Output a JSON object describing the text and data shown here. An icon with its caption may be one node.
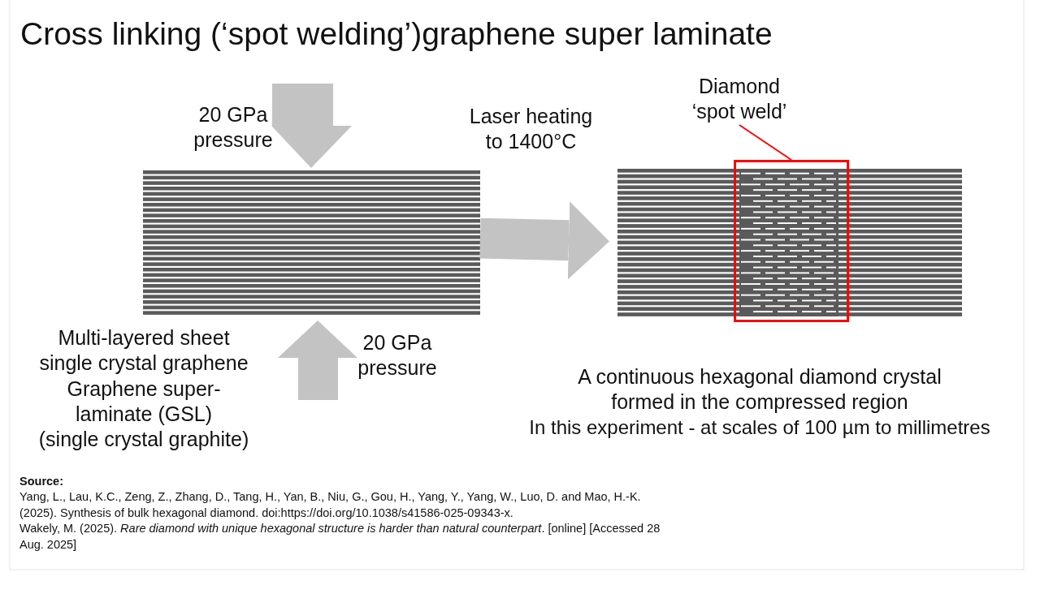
{
  "diagram": {
    "title": "Cross linking (‘spot welding’)graphene super laminate",
    "nodes": [
      {
        "text": [],
        "shape": "picture",
        "beside": [
          "Multi-layered sheet single crystal graphene",
          "Graphene super-laminate (GSL)",
          "(single crystal graphite)"
        ]
      },
      {
        "text": [],
        "shape": "picture",
        "beside": [
          "A continuous hexagonal diamond crystal formed in the compressed region",
          "In this experiment - at scales of 100 µm to millimetres"
        ]
      },
      {
        "text": [],
        "shape": "box",
        "in": 1
      },
      {
        "text": [
          "Diamond ‘spot weld’"
        ]
      }
    ],
    "edges": [
      {
        "from": 0,
        "to": 1,
        "arrow": "to",
        "label": "Laser heating to 1400°C",
        "style": "thick"
      },
      {
        "from": 3,
        "to": 2,
        "arrow": "none",
        "color": "#ff0000"
      }
    ],
    "labels": [
      "20 GPa pressure",
      "20 GPa pressure",
      "Source:",
      "Yang, L., Lau, K.C., Zeng, Z., Zhang, D., Tang, H., Yan, B., Niu, G., Gou, H., Yang, Y., Yang, W., Luo, D. and Mao, H.-K. (2025). Synthesis of bulk hexagonal diamond. doi:https://doi.org/10.1038/s41586-025-09343-x.",
      "Wakely, M. (2025). *Rare diamond with unique hexagonal structure is harder than natural counterpart*. [online] [Accessed 28 Aug. 2025]"
    ]
  }
}
